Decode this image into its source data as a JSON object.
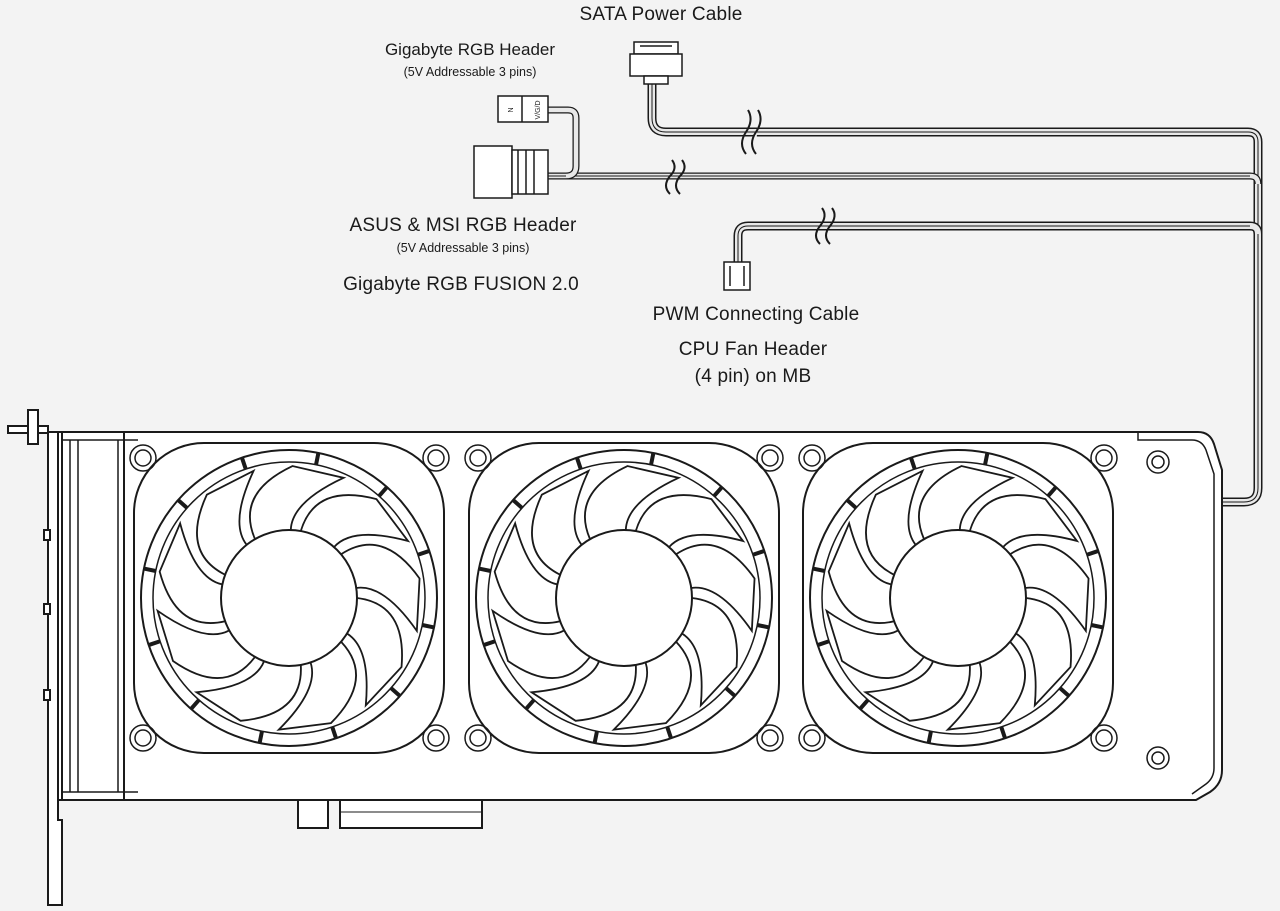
{
  "labels": {
    "sata_power_cable": "SATA Power Cable",
    "gigabyte_rgb_header": "Gigabyte RGB Header",
    "gigabyte_rgb_header_sub": "(5V Addressable 3 pins)",
    "asus_msi_rgb_header": "ASUS & MSI RGB Header",
    "asus_msi_rgb_header_sub": "(5V Addressable 3 pins)",
    "gigabyte_rgb_fusion": "Gigabyte RGB FUSION 2.0",
    "pwm_connecting_cable": "PWM Connecting Cable",
    "cpu_fan_header": "CPU Fan Header",
    "cpu_fan_header_sub": "(4 pin) on MB"
  },
  "connector_marks": {
    "gigabyte_pin_a": "N",
    "gigabyte_pin_b": "V/G/D"
  },
  "colors": {
    "background": "#f3f3f3",
    "line": "#1a1a1a",
    "panel": "#ffffff",
    "cable_fill": "#d9d9d9"
  },
  "icons": {
    "fan": "fan-icon",
    "screw": "screw-icon",
    "connector": "connector-icon"
  }
}
